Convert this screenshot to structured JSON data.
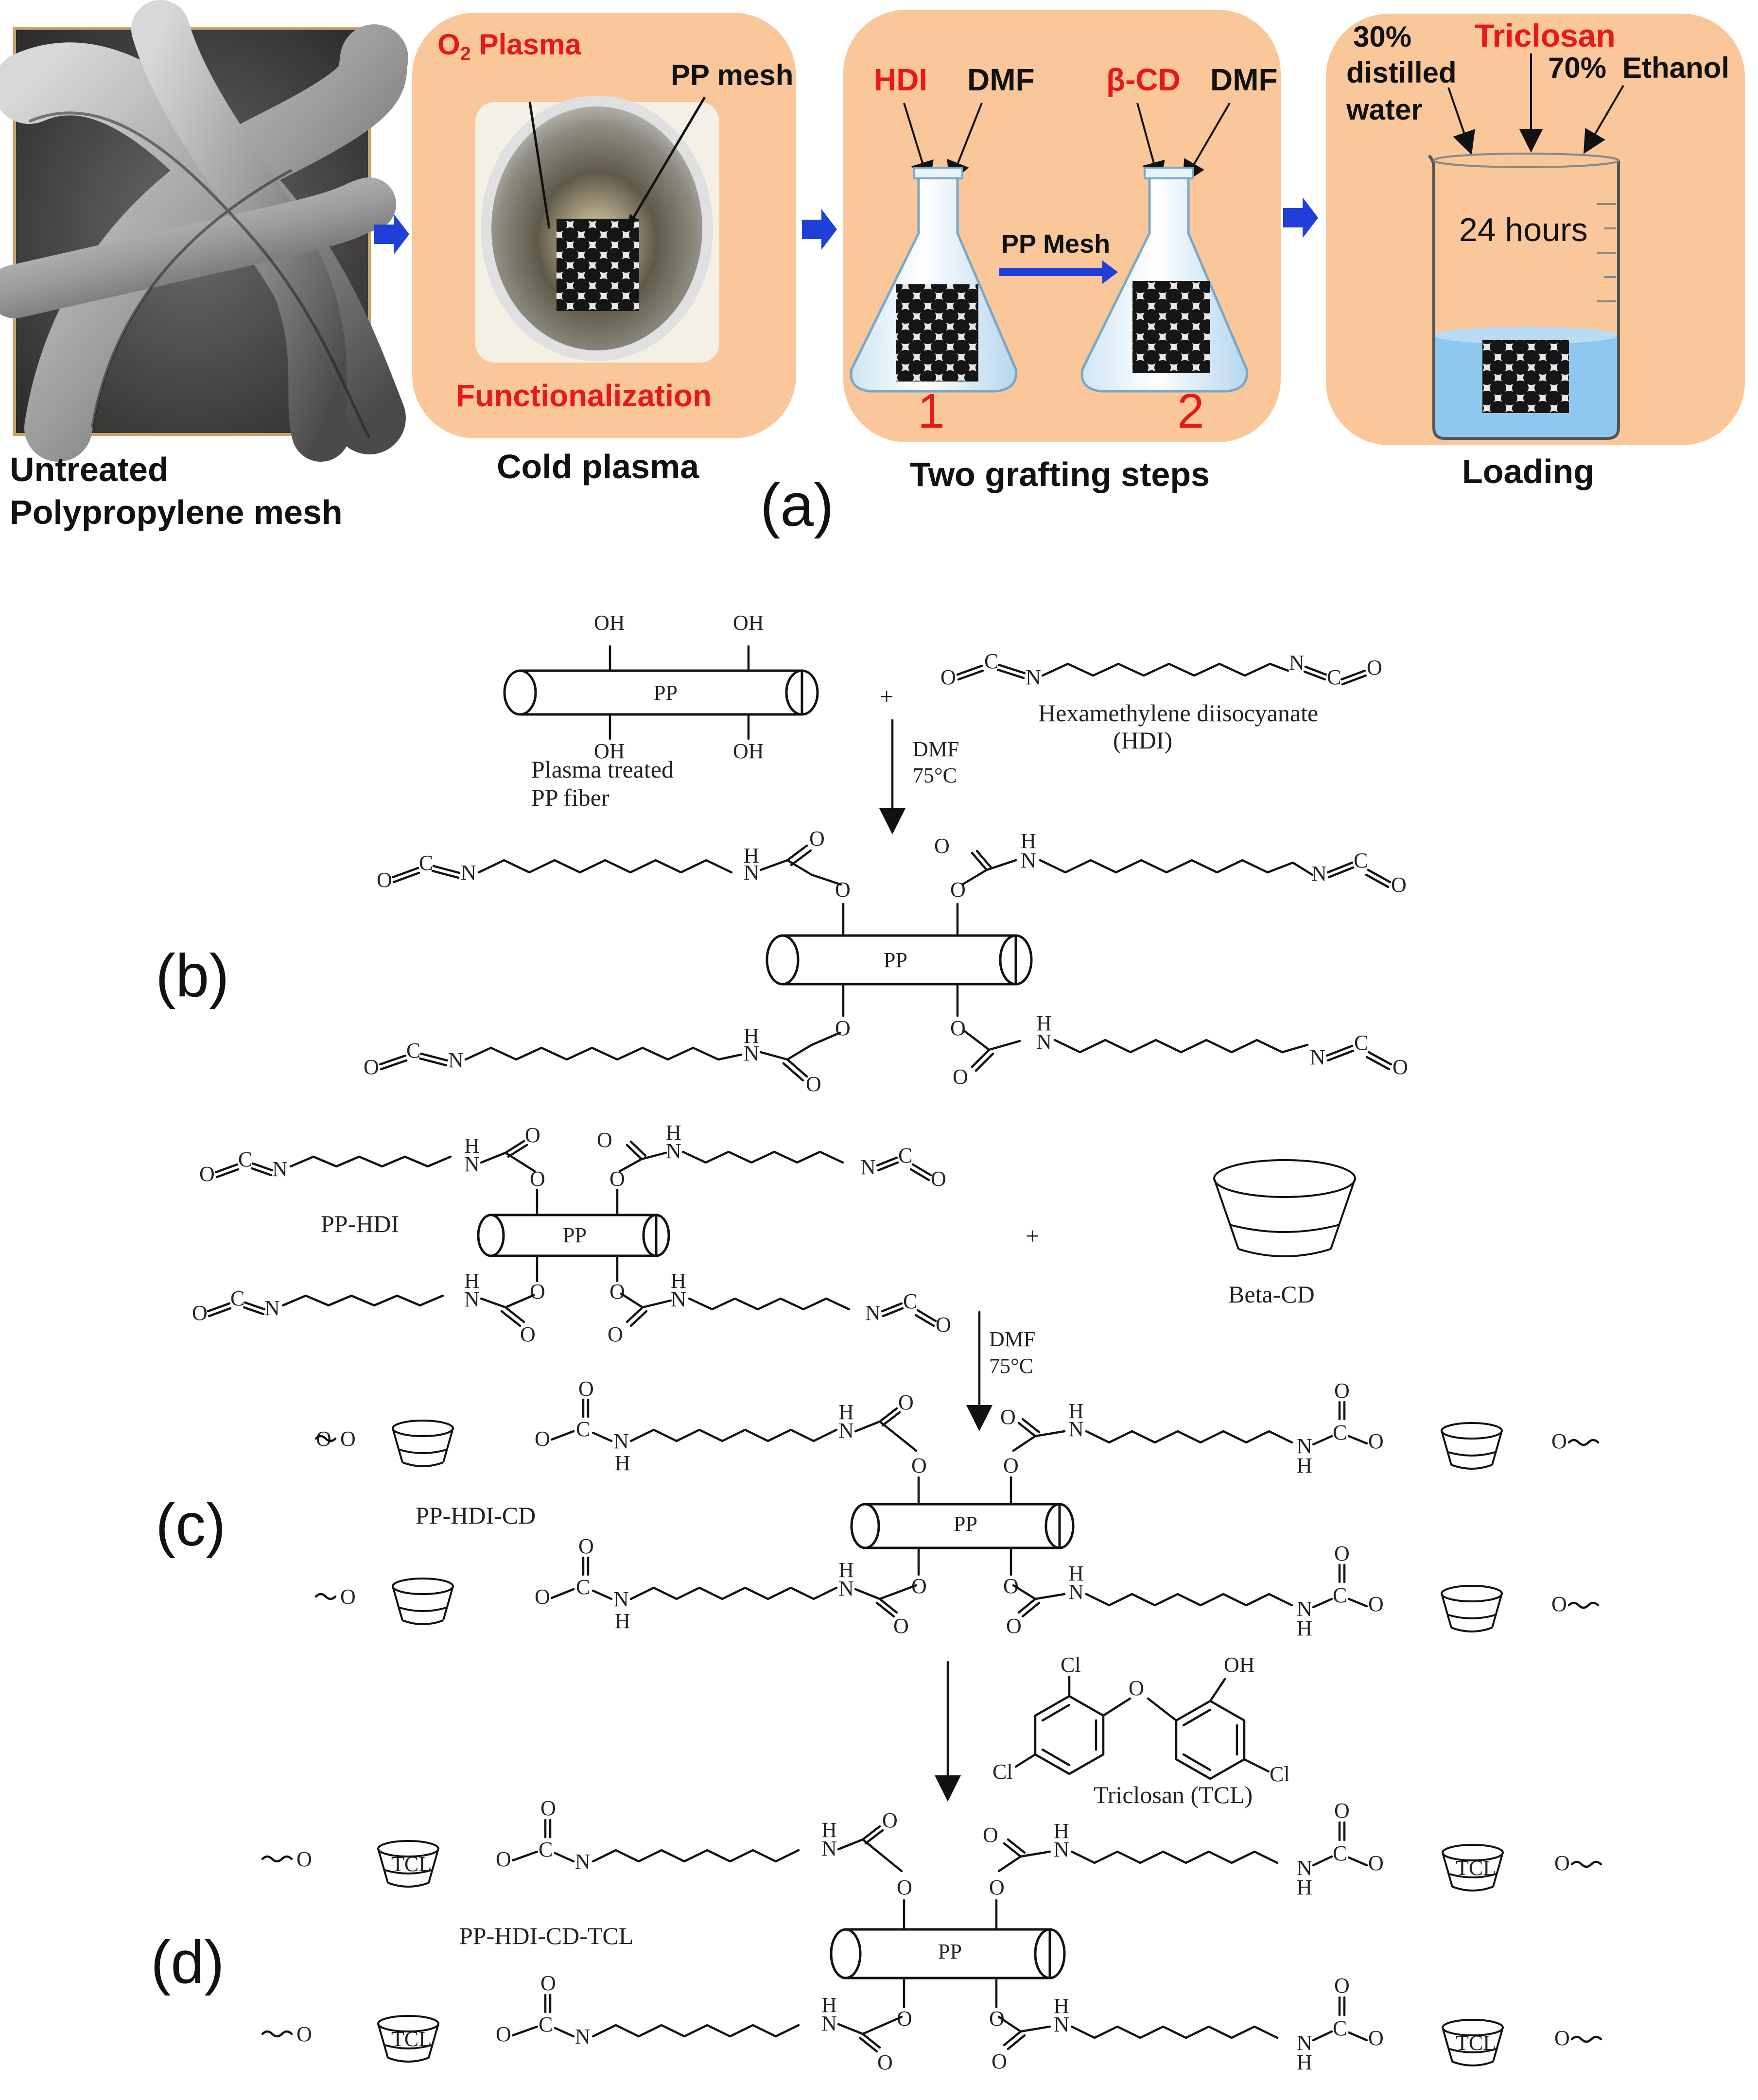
{
  "panel_a": {
    "step1_caption_line1": "Untreated",
    "step1_caption_line2": "Polypropylene mesh",
    "plasma_label_main": "O",
    "plasma_label_sub": "2",
    "plasma_label_rest": " Plasma",
    "pp_mesh_label": "PP mesh",
    "functionalization_label": "Functionalization",
    "step2_caption": "Cold plasma",
    "hdi_label": "HDI",
    "dmf_label_1": "DMF",
    "beta_cd_label": "β-CD",
    "dmf_label_2": "DMF",
    "transfer_label": "PP Mesh",
    "flask1_number": "1",
    "flask2_number": "2",
    "step3_caption": "Two grafting steps",
    "water_pct": "30%",
    "water_line1": "distilled",
    "water_line2": "water",
    "triclosan_label": "Triclosan",
    "ethanol_pct": "70%",
    "ethanol_label": "Ethanol",
    "duration_label": "24 hours",
    "step4_caption": "Loading",
    "panel_letter": "(a)"
  },
  "panel_b": {
    "panel_letter": "(b)",
    "hydroxyl": "OH",
    "pp": "PP",
    "fiber_label_line1": "Plasma treated",
    "fiber_label_line2": "PP fiber",
    "plus": "+",
    "hdi_name": "Hexamethylene diisocyanate",
    "hdi_abbrev": "(HDI)",
    "cond_solvent": "DMF",
    "cond_temp": "75°C",
    "atom_O": "O",
    "atom_N": "N",
    "atom_C": "C",
    "atom_H": "H"
  },
  "panel_c": {
    "panel_letter": "(c)",
    "reactant_label": "PP-HDI",
    "plus": "+",
    "cd_label": "Beta-CD",
    "cond_solvent": "DMF",
    "cond_temp": "75°C",
    "product_label": "PP-HDI-CD"
  },
  "panel_d": {
    "panel_letter": "(d)",
    "triclosan_name": "Triclosan (TCL)",
    "cl": "Cl",
    "oh": "OH",
    "o": "O",
    "product_label": "PP-HDI-CD-TCL",
    "tcl": "TCL"
  },
  "colors": {
    "panel_bg": "#f9c79a",
    "arrow_blue": "#1f3fd8",
    "highlight_red": "#e81818",
    "liquid_blue": "#8fc8ef"
  }
}
